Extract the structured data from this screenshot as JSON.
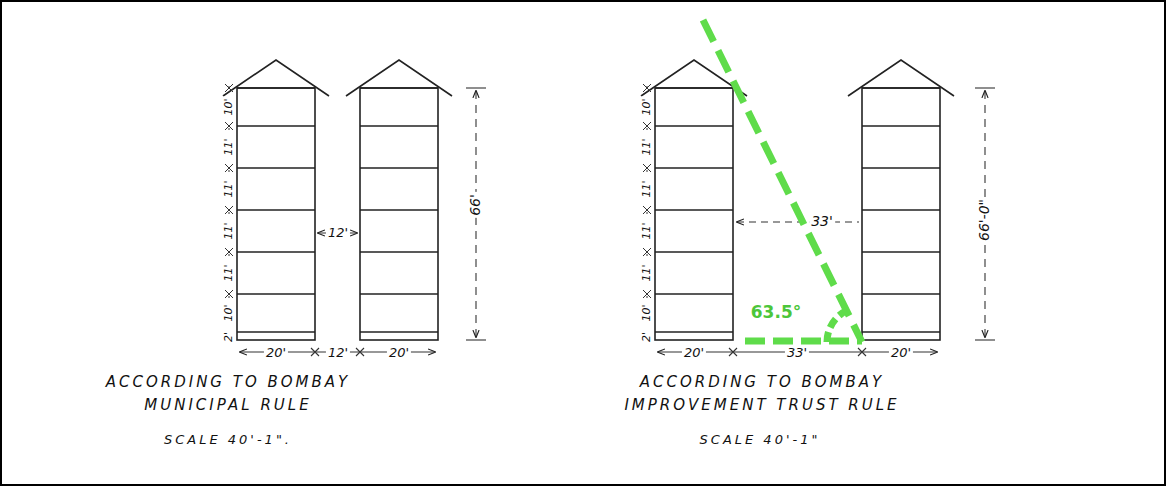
{
  "diagram": {
    "labels": [
      "2'",
      "10'",
      "11'",
      "11'",
      "11'",
      "11'",
      "10'",
      "12'",
      "66'",
      "20'",
      "12'",
      "20'",
      "ACCORDING TO BOMBAY MUNICIPAL RULE",
      "SCALE 40'-1\".",
      "2'",
      "10'",
      "11'",
      "11'",
      "11'",
      "11'",
      "10'",
      "33'",
      "66'-0\"",
      "20'",
      "33'",
      "20'",
      "63.5°",
      "ACCORDING TO BOMBAY IMPROVEMENT TRUST RULE",
      "SCALE 40'-1\""
    ]
  }
}
